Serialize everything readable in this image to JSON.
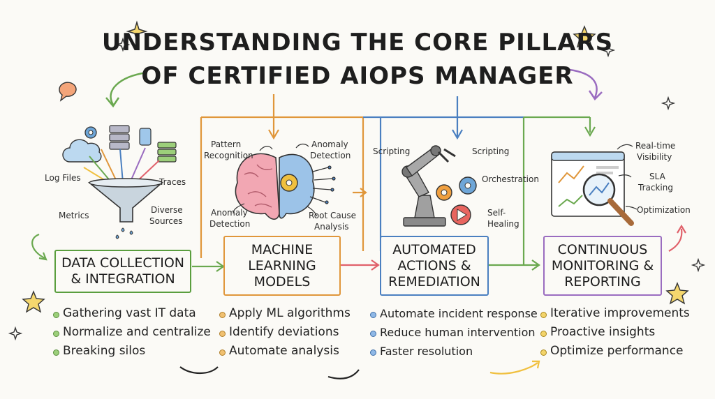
{
  "title": {
    "line1": "UNDERSTANDING THE CORE PILLARS",
    "line2": "OF CERTIFIED AIOPS MANAGER"
  },
  "pillars": [
    {
      "heading_lines": [
        "DATA COLLECTION",
        "& INTEGRATION"
      ],
      "color": "#5a9e3e",
      "labels": [
        "Log Files",
        "Traces",
        "Metrics",
        "Diverse",
        "Sources"
      ],
      "bullets": [
        "Gathering vast IT data",
        "Normalize and centralize",
        "Breaking silos"
      ]
    },
    {
      "heading_lines": [
        "MACHINE",
        "LEARNING",
        "MODELS"
      ],
      "color": "#e0963a",
      "labels": [
        "Pattern",
        "Recognition",
        "Anomaly",
        "Detection",
        "Anomaly",
        "Detection",
        "Root Cause",
        "Analysis"
      ],
      "bullets": [
        "Apply ML algorithms",
        "Identify deviations",
        "Automate analysis"
      ]
    },
    {
      "heading_lines": [
        "AUTOMATED",
        "ACTIONS &",
        "REMEDIATION"
      ],
      "color": "#4a7fc0",
      "labels": [
        "Scripting",
        "Scripting",
        "Orchestration",
        "Self-",
        "Healing"
      ],
      "bullets": [
        "Automate incident response",
        "Reduce human intervention",
        "Faster resolution"
      ]
    },
    {
      "heading_lines": [
        "CONTINUOUS",
        "MONITORING &",
        "REPORTING"
      ],
      "color": "#9a6cc0",
      "labels": [
        "Real-time",
        "Visibility",
        "SLA",
        "Tracking",
        "Optimization"
      ],
      "bullets": [
        "Iterative improvements",
        "Proactive insights",
        "Optimize performance"
      ]
    }
  ],
  "colors": {
    "green": "#5a9e3e",
    "orange": "#e0963a",
    "blue": "#4a7fc0",
    "purple": "#9a6cc0",
    "red": "#e0606a"
  }
}
